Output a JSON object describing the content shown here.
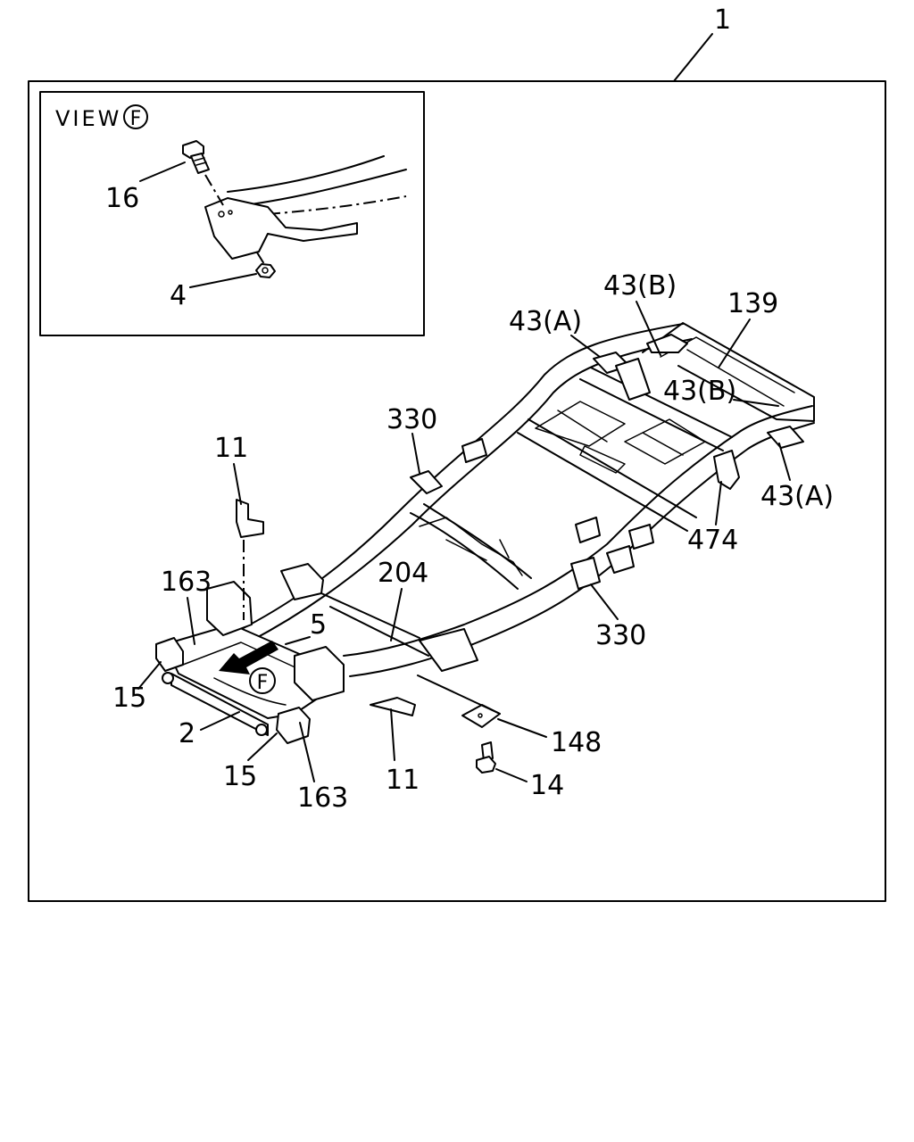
{
  "assembly_number": "1",
  "inset": {
    "view_word": "VIEW",
    "view_letter": "F",
    "callouts": {
      "bolt": "16",
      "nut": "4"
    }
  },
  "callouts": {
    "c139": "139",
    "c43b_top": "43(B)",
    "c43a_top": "43(A)",
    "c43b_right": "43(B)",
    "c43a_right": "43(A)",
    "c330_top": "330",
    "c330_bottom": "330",
    "c474": "474",
    "c11_top": "11",
    "c11_bottom": "11",
    "c163_top": "163",
    "c163_bottom": "163",
    "c204": "204",
    "c5": "5",
    "c15_left": "15",
    "c15_bottom": "15",
    "c2": "2",
    "c148": "148",
    "c14": "14",
    "view_marker": "F"
  }
}
